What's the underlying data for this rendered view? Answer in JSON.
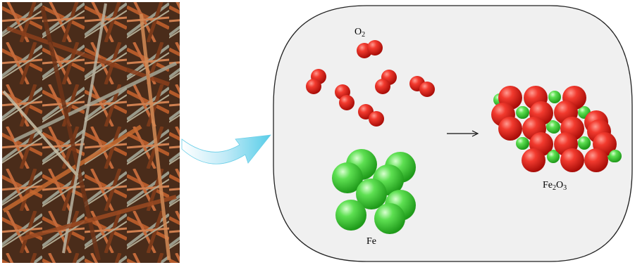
{
  "photo": {
    "subject": "rusty-nails-photo"
  },
  "arrow_icon": "curved-arrow-icon",
  "reaction_arrow_icon": "right-arrow-icon",
  "colors": {
    "oxygen": "#e3221c",
    "iron": "#4fd44a",
    "bubble_fill": "#f0f0f0",
    "bubble_stroke": "#222222",
    "curved_arrow": "#7fd8ef"
  },
  "labels": {
    "oxygen": {
      "base": "O",
      "sub": "2"
    },
    "iron": "Fe",
    "product": {
      "p1": "Fe",
      "s1": "2",
      "p2": "O",
      "s2": "3"
    }
  }
}
